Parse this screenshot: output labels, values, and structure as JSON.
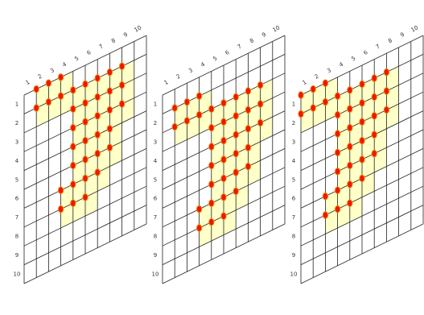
{
  "colors": {
    "grid_line": "#222222",
    "highlight": "#ffffc8",
    "dot_fill": "#e81a00",
    "dot_edge": "#ff7a00",
    "label": "#333333"
  },
  "col_labels": [
    "1",
    "2",
    "3",
    "4",
    "5",
    "6",
    "7",
    "8",
    "9",
    "10"
  ],
  "row_labels": [
    "1",
    "2",
    "3",
    "4",
    "5",
    "6",
    "7",
    "8",
    "9",
    "10"
  ],
  "panels": [
    {
      "id": "panel-1",
      "cells": [
        [
          2,
          1
        ],
        [
          3,
          1
        ],
        [
          4,
          1
        ],
        [
          2,
          2
        ],
        [
          3,
          2
        ],
        [
          4,
          2
        ],
        [
          5,
          2
        ],
        [
          6,
          2
        ],
        [
          7,
          2
        ],
        [
          8,
          2
        ],
        [
          9,
          2
        ],
        [
          5,
          3
        ],
        [
          6,
          3
        ],
        [
          7,
          3
        ],
        [
          8,
          3
        ],
        [
          9,
          3
        ],
        [
          5,
          4
        ],
        [
          6,
          4
        ],
        [
          7,
          4
        ],
        [
          8,
          4
        ],
        [
          9,
          4
        ],
        [
          5,
          5
        ],
        [
          6,
          5
        ],
        [
          7,
          5
        ],
        [
          8,
          5
        ],
        [
          5,
          6
        ],
        [
          6,
          6
        ],
        [
          7,
          6
        ],
        [
          8,
          6
        ],
        [
          4,
          7
        ],
        [
          5,
          7
        ],
        [
          6,
          7
        ],
        [
          7,
          7
        ],
        [
          4,
          8
        ],
        [
          5,
          8
        ],
        [
          6,
          8
        ]
      ]
    },
    {
      "id": "panel-2",
      "cells": [
        [
          2,
          2
        ],
        [
          3,
          2
        ],
        [
          4,
          2
        ],
        [
          2,
          3
        ],
        [
          3,
          3
        ],
        [
          4,
          3
        ],
        [
          5,
          3
        ],
        [
          6,
          3
        ],
        [
          7,
          3
        ],
        [
          8,
          3
        ],
        [
          9,
          3
        ],
        [
          5,
          4
        ],
        [
          6,
          4
        ],
        [
          7,
          4
        ],
        [
          8,
          4
        ],
        [
          9,
          4
        ],
        [
          5,
          5
        ],
        [
          6,
          5
        ],
        [
          7,
          5
        ],
        [
          8,
          5
        ],
        [
          9,
          5
        ],
        [
          5,
          6
        ],
        [
          6,
          6
        ],
        [
          7,
          6
        ],
        [
          8,
          6
        ],
        [
          5,
          7
        ],
        [
          6,
          7
        ],
        [
          7,
          7
        ],
        [
          8,
          7
        ],
        [
          4,
          8
        ],
        [
          5,
          8
        ],
        [
          6,
          8
        ],
        [
          7,
          8
        ],
        [
          4,
          9
        ],
        [
          5,
          9
        ],
        [
          6,
          9
        ]
      ]
    },
    {
      "id": "panel-3",
      "cells": [
        [
          1,
          1
        ],
        [
          2,
          1
        ],
        [
          3,
          1
        ],
        [
          1,
          2
        ],
        [
          2,
          2
        ],
        [
          3,
          2
        ],
        [
          4,
          2
        ],
        [
          5,
          2
        ],
        [
          6,
          2
        ],
        [
          7,
          2
        ],
        [
          8,
          2
        ],
        [
          4,
          3
        ],
        [
          5,
          3
        ],
        [
          6,
          3
        ],
        [
          7,
          3
        ],
        [
          8,
          3
        ],
        [
          4,
          4
        ],
        [
          5,
          4
        ],
        [
          6,
          4
        ],
        [
          7,
          4
        ],
        [
          8,
          4
        ],
        [
          4,
          5
        ],
        [
          5,
          5
        ],
        [
          6,
          5
        ],
        [
          7,
          5
        ],
        [
          4,
          6
        ],
        [
          5,
          6
        ],
        [
          6,
          6
        ],
        [
          7,
          6
        ],
        [
          3,
          7
        ],
        [
          4,
          7
        ],
        [
          5,
          7
        ],
        [
          6,
          7
        ],
        [
          3,
          8
        ],
        [
          4,
          8
        ],
        [
          5,
          8
        ]
      ]
    }
  ]
}
